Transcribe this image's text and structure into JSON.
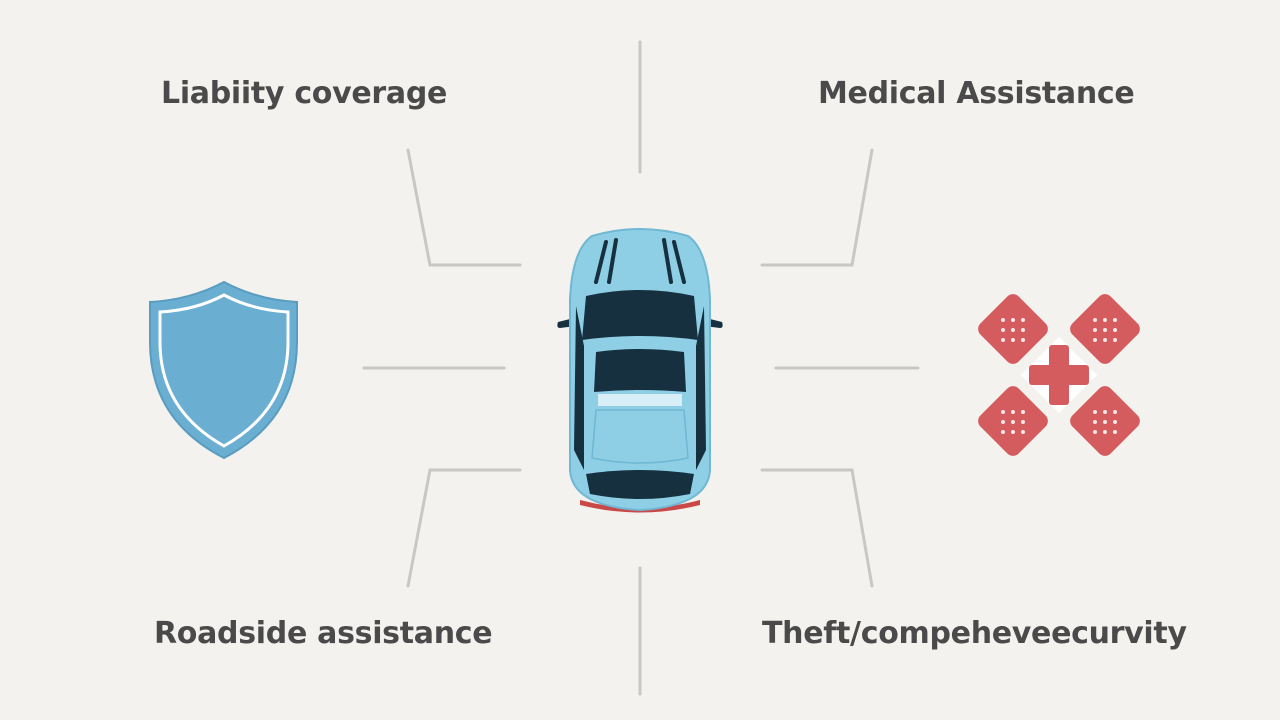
{
  "labels": {
    "top_left": "Liabiity coverage",
    "top_right": "Medical Assistance",
    "bottom_left": "Roadside assistance",
    "bottom_right": "Theft/compeheveecurvity"
  },
  "icons": {
    "center": "car-icon",
    "left": "shield-icon",
    "right": "medical-bandage-icon"
  },
  "colors": {
    "background": "#f4f2ee",
    "connector": "#c7c7c5",
    "shield": "#6aaed1",
    "car_body": "#8ecfe6",
    "car_glass": "#17303f",
    "medical_red": "#d45c5e",
    "text": "#4a4a4a"
  }
}
